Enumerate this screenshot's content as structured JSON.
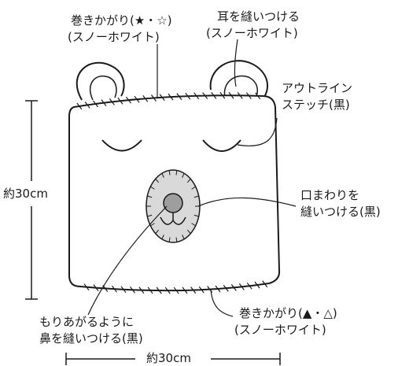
{
  "labels": {
    "top_whip": [
      "巻きかがり(★・☆)",
      "(スノーホワイト)"
    ],
    "ear": [
      "耳を縫いつける",
      "(スノーホワイト)"
    ],
    "outline": [
      "アウトライン",
      "ステッチ(黒)"
    ],
    "mouth": [
      "口まわりを",
      "縫いつける(黒)"
    ],
    "height": "約30cm",
    "width": "約30cm",
    "bottom_whip": [
      "巻きかがり(▲・△)",
      "(スノーホワイト)"
    ],
    "nose": [
      "もりあがるように",
      "鼻を縫いつける(黒)"
    ]
  },
  "colors": {
    "line": "#1a1a1a",
    "muzzle_fill": "#d9d9d9",
    "nose_fill": "#9e9e9e",
    "background": "#ffffff"
  }
}
